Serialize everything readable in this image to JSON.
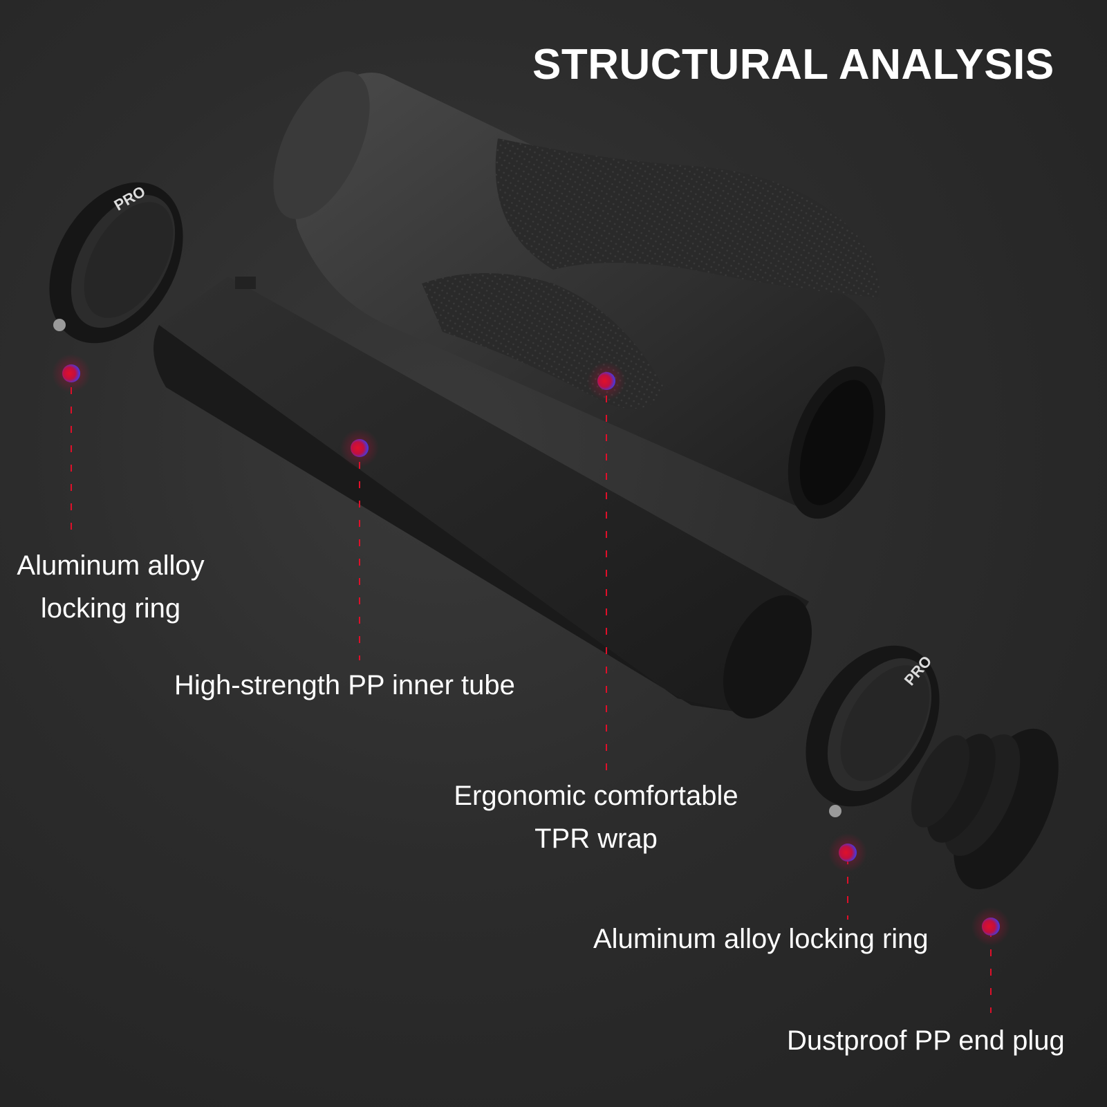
{
  "title": "STRUCTURAL ANALYSIS",
  "brand_mark": "PRO",
  "colors": {
    "background": "#2b2b2b",
    "text": "#ffffff",
    "marker_red": "#e0102a",
    "marker_blue": "#3a3cf0",
    "leader_line": "#e0102a"
  },
  "callouts": [
    {
      "id": "left-ring",
      "line1": "Aluminum alloy",
      "line2": "locking ring"
    },
    {
      "id": "inner-tube",
      "line1": "High-strength PP inner tube"
    },
    {
      "id": "tpr-wrap",
      "line1": "Ergonomic comfortable",
      "line2": "TPR wrap"
    },
    {
      "id": "right-ring",
      "line1": "Aluminum alloy locking ring"
    },
    {
      "id": "end-plug",
      "line1": "Dustproof PP end plug"
    }
  ]
}
